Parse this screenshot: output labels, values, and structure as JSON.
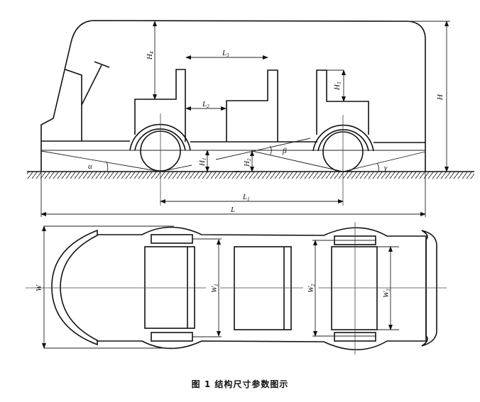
{
  "caption": "图 1   结构尺寸参数图示",
  "side_view": {
    "labels": {
      "H": "H",
      "H1": "H",
      "H1_sub": "1",
      "H2": "H",
      "H2_sub": "2",
      "H3": "H",
      "H3_sub": "3",
      "H4": "H",
      "H4_sub": "4",
      "L": "L",
      "L1": "L",
      "L1_sub": "1",
      "L2": "L",
      "L2_sub": "2",
      "L3": "L",
      "L3_sub": "3",
      "alpha": "α",
      "beta": "β",
      "gamma": "γ"
    }
  },
  "top_view": {
    "labels": {
      "W": "W",
      "W1": "W",
      "W1_sub": "1",
      "W2": "W",
      "W2_sub": "2",
      "W3": "W",
      "W3_sub": "3"
    }
  }
}
